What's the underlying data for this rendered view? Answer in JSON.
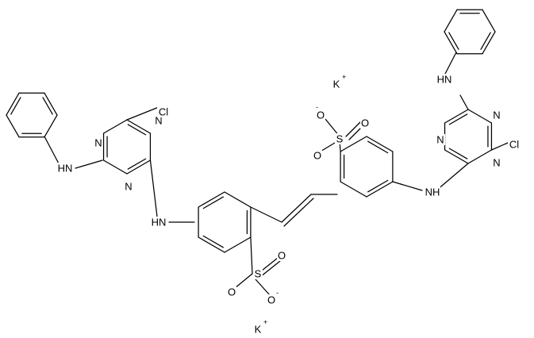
{
  "molecule": {
    "atom_symbols": {
      "nitrogen": "N",
      "amine": "NH",
      "amine_left": "HN",
      "chlorine": "Cl",
      "sulfur": "S",
      "oxygen": "O",
      "potassium": "K"
    },
    "charges": {
      "plus": "+",
      "minus": "-"
    }
  }
}
